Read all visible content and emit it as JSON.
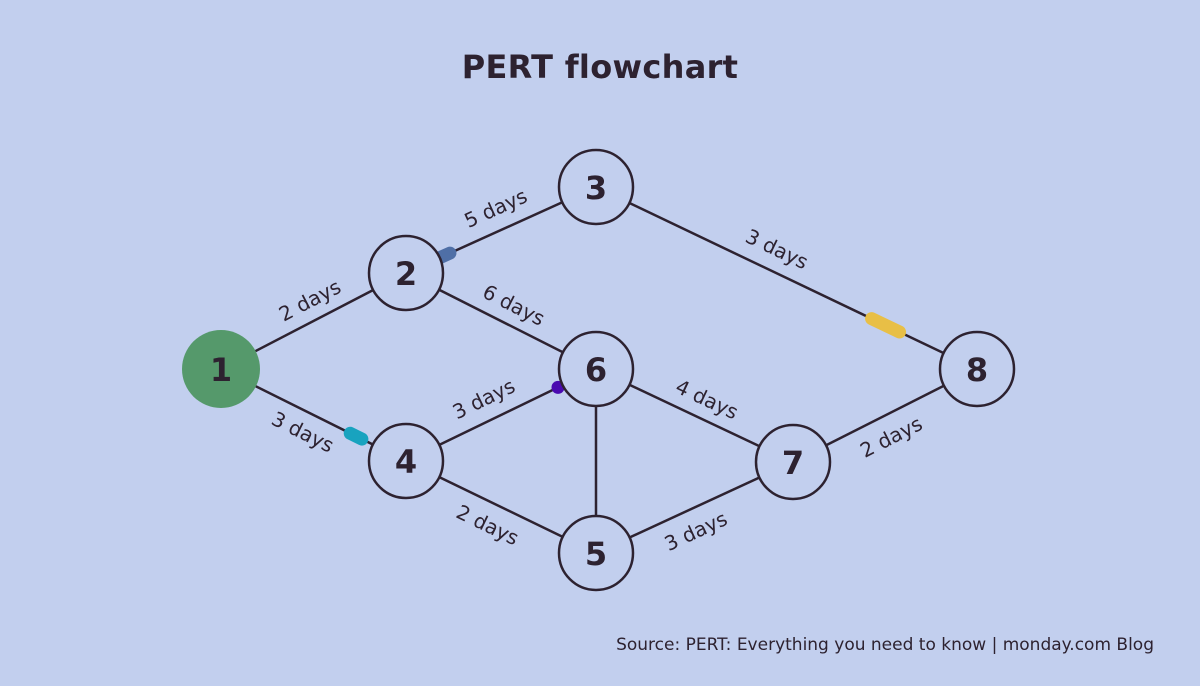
{
  "title": "PERT flowchart",
  "source": "Source: PERT: Everything you need to know | monday.com Blog",
  "colors": {
    "background": "#c2cfee",
    "ink": "#2d2230",
    "start_node": "#55996b"
  },
  "nodes": [
    {
      "id": "1",
      "label": "1",
      "start": true
    },
    {
      "id": "2",
      "label": "2"
    },
    {
      "id": "3",
      "label": "3"
    },
    {
      "id": "4",
      "label": "4"
    },
    {
      "id": "5",
      "label": "5"
    },
    {
      "id": "6",
      "label": "6"
    },
    {
      "id": "7",
      "label": "7"
    },
    {
      "id": "8",
      "label": "8"
    }
  ],
  "edges": [
    {
      "from": "1",
      "to": "2",
      "label": "2 days"
    },
    {
      "from": "1",
      "to": "4",
      "label": "3 days",
      "marker": {
        "type": "pill",
        "color": "#18a3bf"
      }
    },
    {
      "from": "2",
      "to": "3",
      "label": "5 days",
      "marker": {
        "type": "pill",
        "color": "#4f6fa6"
      }
    },
    {
      "from": "2",
      "to": "6",
      "label": "6 days"
    },
    {
      "from": "3",
      "to": "8",
      "label": "3 days",
      "marker": {
        "type": "pill",
        "color": "#e8bf46"
      }
    },
    {
      "from": "4",
      "to": "6",
      "label": "3 days",
      "marker": {
        "type": "dot",
        "color": "#4a0ab0"
      }
    },
    {
      "from": "4",
      "to": "5",
      "label": "2 days"
    },
    {
      "from": "6",
      "to": "5",
      "label": ""
    },
    {
      "from": "6",
      "to": "7",
      "label": "4 days"
    },
    {
      "from": "5",
      "to": "7",
      "label": "3 days"
    },
    {
      "from": "7",
      "to": "8",
      "label": "2 days",
      "marker": {
        "type": "dot",
        "color": "#f06a32"
      }
    }
  ]
}
